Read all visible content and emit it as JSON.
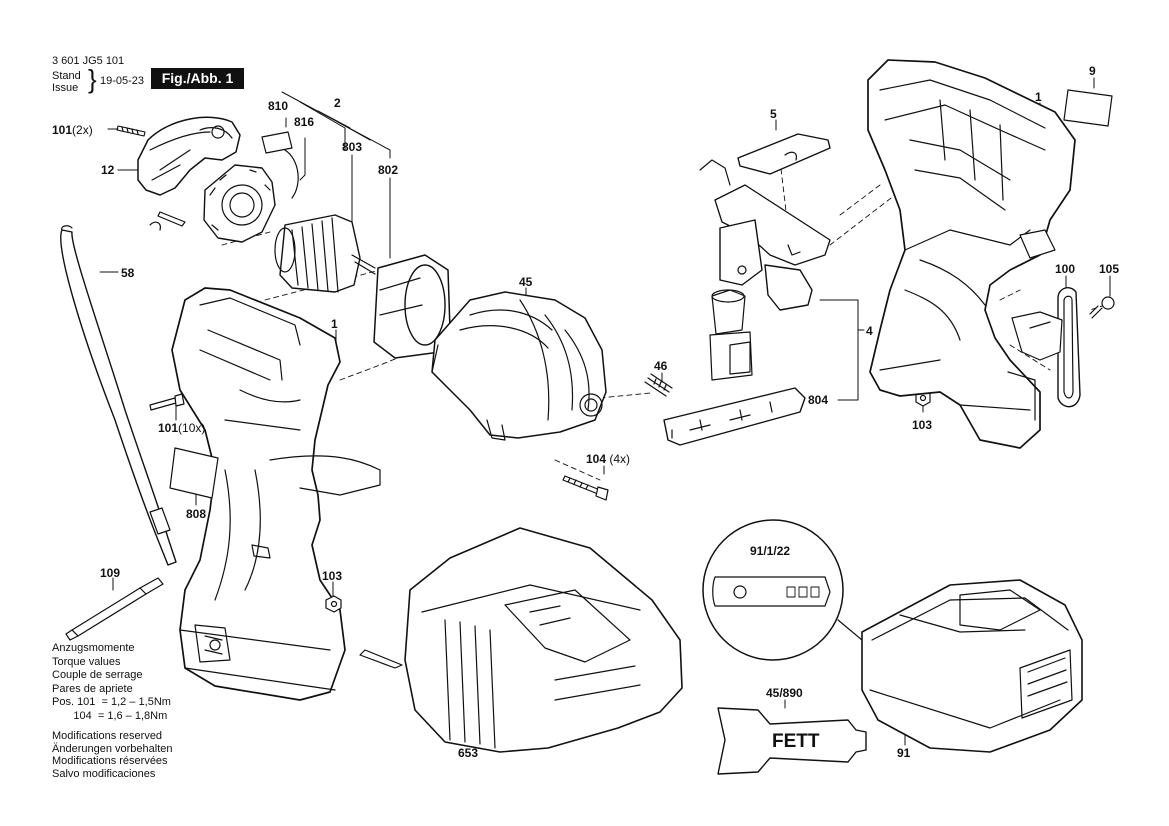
{
  "header": {
    "doc_number": "3 601 JG5 101",
    "stand_label": "Stand",
    "issue_label": "Issue",
    "date": "19-05-23",
    "figure_label": "Fig./Abb. 1"
  },
  "parts": {
    "p1_left": "1",
    "p1_right": "1",
    "p2": "2",
    "p4": "4",
    "p5": "5",
    "p9": "9",
    "p12": "12",
    "p45": "45",
    "p46": "46",
    "p58": "58",
    "p91": "91",
    "p100": "100",
    "p101_top_num": "101",
    "p101_top_qty": "(2x)",
    "p101_mid_num": "101",
    "p101_mid_qty": "(10x)",
    "p103_mid": "103",
    "p103_right": "103",
    "p104_num": "104",
    "p104_qty": "(4x)",
    "p105": "105",
    "p109": "109",
    "p653": "653",
    "p802": "802",
    "p803": "803",
    "p804": "804",
    "p808": "808",
    "p810": "810",
    "p816": "816",
    "p45_890": "45/890",
    "p91_1_22": "91/1/22"
  },
  "grease_tube_label": "FETT",
  "torque_notes": [
    "Anzugsmomente",
    "Torque values",
    "Couple de serrage",
    "Pares de apriete",
    "Pos. 101  = 1,2 – 1,5Nm",
    "       104  = 1,6 – 1,8Nm"
  ],
  "modification_notes": [
    "Modifications reserved",
    "Änderungen vorbehalten",
    "Modifications réservées",
    "Salvo modificaciones"
  ]
}
